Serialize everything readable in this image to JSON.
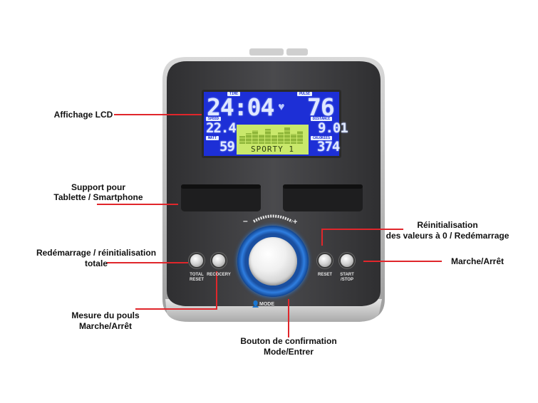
{
  "lcd": {
    "time_tag": "TIME",
    "time_value": "24:04",
    "pulse_tag": "PULSE",
    "pulse_value": "76",
    "speed_tag": "SPEED",
    "speed_value": "22.4",
    "watt_tag": "WATT",
    "watt_value": "59",
    "distance_tag": "DISTANCE",
    "distance_value": "9.01",
    "calories_tag": "CALORIES",
    "calories_value": "374",
    "profile_label": "SPORTY 1",
    "heart_icon": "heart-icon"
  },
  "buttons": {
    "total_reset": "TOTAL\nRESET",
    "recovery": "RECOCERY",
    "reset": "RESET",
    "start_stop": "START\n/STOP"
  },
  "knob": {
    "minus": "–",
    "plus": "+",
    "mode_label": "MODE"
  },
  "annotations": {
    "lcd": "Affichage LCD",
    "tablet_1": "Support pour",
    "tablet_2": "Tablette / Smartphone",
    "total_reset_1": "Redémarrage / réinitialisation",
    "total_reset_2": "totale",
    "pulse_1": "Mesure du pouls",
    "pulse_2": "Marche/Arrêt",
    "confirm_1": "Bouton de confirmation",
    "confirm_2": "Mode/Entrer",
    "reset_1": "Réinitialisation",
    "reset_2": "des valeurs à 0 / Redémarrage",
    "start_stop": "Marche/Arrêt"
  },
  "colors": {
    "lcd_background": "#1d2fd6",
    "graph_background": "#c9e86b",
    "knob_ring": "#2f7ee0",
    "annotation_line": "#e0262b",
    "console_dark": "#3d3d3f"
  }
}
